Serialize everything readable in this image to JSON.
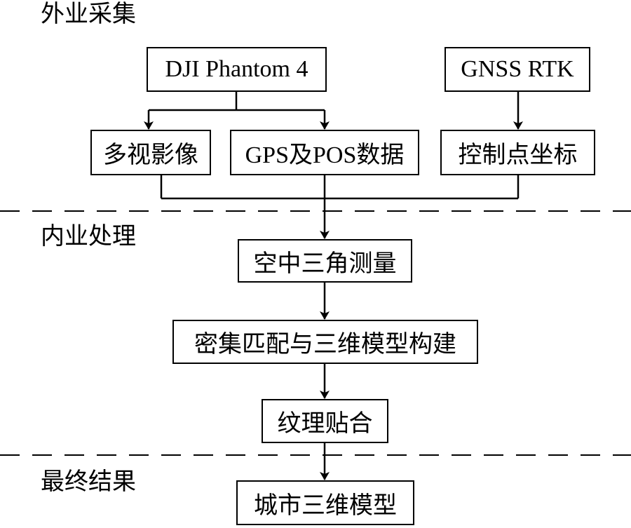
{
  "sections": {
    "field": "外业采集",
    "office": "内业处理",
    "result": "最终结果"
  },
  "nodes": {
    "dji": "DJI Phantom 4",
    "gnss": "GNSS RTK",
    "multiview": "多视影像",
    "gps_pos": "GPS及POS数据",
    "control_points": "控制点坐标",
    "aerial_triangulation": "空中三角测量",
    "dense_matching": "密集匹配与三维模型构建",
    "texture": "纹理贴合",
    "city_model": "城市三维模型"
  }
}
